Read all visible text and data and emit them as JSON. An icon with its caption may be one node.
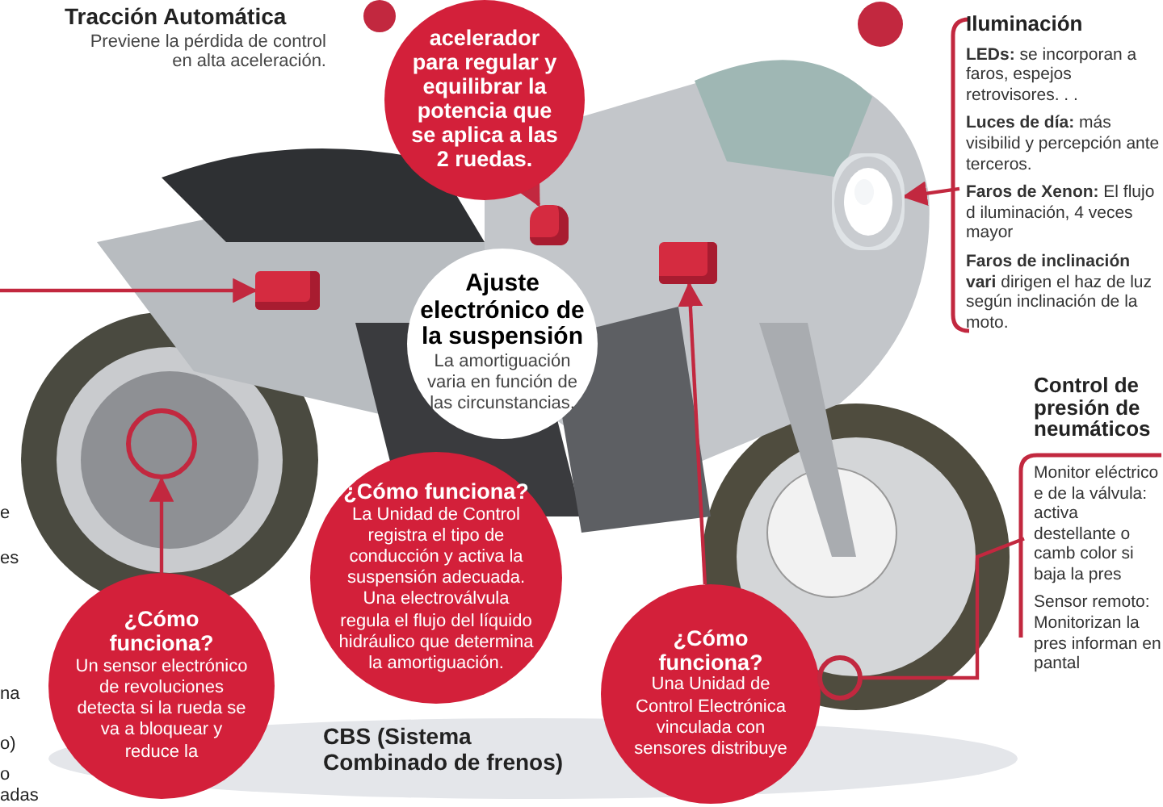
{
  "diagram": {
    "nodes": [
      {
        "text": [
          "acelerador para regular y equilibrar la potencia que se aplica a las 2 ruedas."
        ]
      },
      {
        "text": [],
        "shape": "box"
      },
      {
        "text": [],
        "shape": "box"
      },
      {
        "text": [
          "Iluminación",
          "**LEDs:** se incorporan a faros, espejos retrovisores. . .",
          "**Luces de día:** más visibilid y percepción ante terceros.",
          "**Faros de Xenon:** El flujo d iluminación, 4 veces mayor",
          "**Faros de inclinación vari** dirigen el haz de luz según inclinación de la moto."
        ]
      },
      {
        "text": [],
        "shape": "picture"
      },
      {
        "text": [
          "Ajuste electrónico de la suspensión",
          "La amortiguación varia en función de las circunstancias."
        ]
      },
      {
        "text": [
          "¿Cómo funciona?",
          "La Unidad de Control registra el tipo de conducción y activa la suspensión adecuada. Una electroválvula regula el flujo del líquido hidráulico que determina la amortiguación."
        ]
      },
      {
        "text": [],
        "shape": "circle"
      },
      {
        "text": [
          "¿Cómo funciona?",
          "Un sensor electrónico de revoluciones detecta si la rueda se va a bloquear y reduce la"
        ]
      },
      {
        "text": [],
        "shape": "box"
      },
      {
        "text": [
          "¿Cómo funciona?",
          "Una Unidad de Control Electrónica vinculada con sensores distribuye"
        ]
      },
      {
        "text": [
          "Control de presión de neumáticos",
          "Monitor eléctrico e de la válvula: activa destellante o camb color si baja la pres",
          "Sensor remoto: Monitorizan la pres informan en pantal"
        ]
      },
      {
        "text": [],
        "shape": "circle"
      }
    ],
    "edges": [
      {
        "from": 0,
        "to": 1,
        "arrow": "to"
      },
      {
        "from": null,
        "to": 2,
        "arrow": "to"
      },
      {
        "from": 3,
        "to": 4,
        "arrow": "to"
      },
      {
        "from": 8,
        "to": 7,
        "arrow": "to"
      },
      {
        "from": 10,
        "to": 9,
        "arrow": "to"
      },
      {
        "from": 11,
        "to": 12,
        "arrow": "none"
      }
    ],
    "labels": [
      "Tracción Automática",
      "Previene la pérdida de control en alta aceleración.",
      "e",
      "es",
      "na",
      "o)",
      "o",
      "adas",
      "CBS (Sistema Combinado de frenos)"
    ]
  }
}
